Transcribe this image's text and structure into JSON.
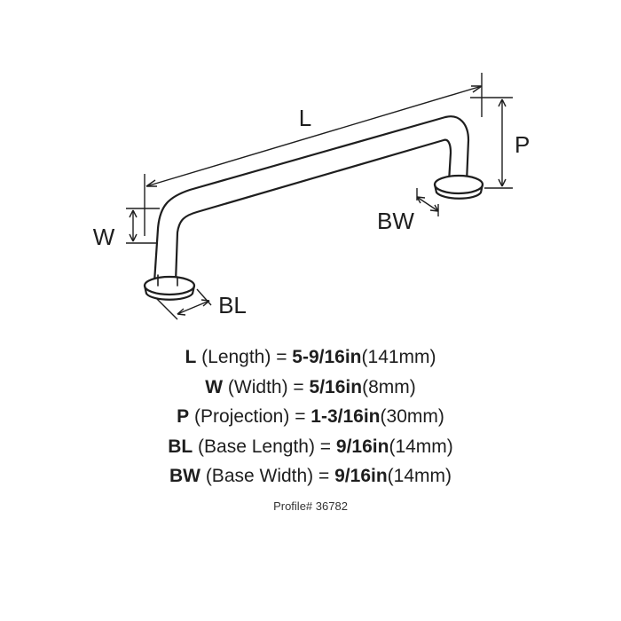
{
  "labels": {
    "L": "L",
    "W": "W",
    "P": "P",
    "BL": "BL",
    "BW": "BW"
  },
  "specs": [
    {
      "code": "L",
      "name": "(Length) = ",
      "imperial": "5-9/16in",
      "metric": "(141mm)"
    },
    {
      "code": "W",
      "name": "(Width) = ",
      "imperial": "5/16in",
      "metric": "(8mm)"
    },
    {
      "code": "P",
      "name": "(Projection) = ",
      "imperial": "1-3/16in",
      "metric": "(30mm)"
    },
    {
      "code": "BL",
      "name": "(Base Length) = ",
      "imperial": "9/16in",
      "metric": "(14mm)"
    },
    {
      "code": "BW",
      "name": "(Base Width) = ",
      "imperial": "9/16in",
      "metric": "(14mm)"
    }
  ],
  "profile": "Profile# 36782",
  "colors": {
    "ink": "#1e1e1e",
    "background": "#ffffff"
  }
}
